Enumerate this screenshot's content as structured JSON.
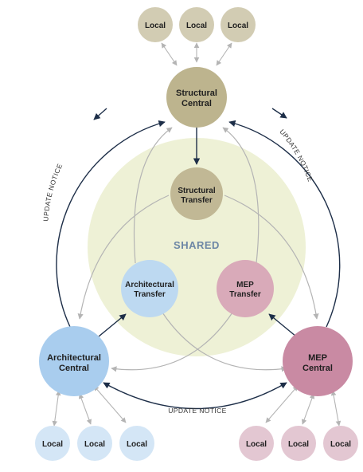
{
  "shared": {
    "label": "SHARED"
  },
  "nodes": {
    "structural_central": {
      "line1": "Structural",
      "line2": "Central"
    },
    "architectural_central": {
      "line1": "Architectural",
      "line2": "Central"
    },
    "mep_central": {
      "line1": "MEP",
      "line2": "Central"
    },
    "structural_transfer": {
      "line1": "Structural",
      "line2": "Transfer"
    },
    "architectural_transfer": {
      "line1": "Architectural",
      "line2": "Transfer"
    },
    "mep_transfer": {
      "line1": "MEP",
      "line2": "Transfer"
    }
  },
  "locals": {
    "structural": [
      "Local",
      "Local",
      "Local"
    ],
    "architectural": [
      "Local",
      "Local",
      "Local"
    ],
    "mep": [
      "Local",
      "Local",
      "Local"
    ]
  },
  "notices": {
    "left": "UPDATE NOTICE",
    "right": "UPDATE NOTICE",
    "bottom": "UPDATE NOTICE"
  },
  "colors": {
    "structural": "#bdb48e",
    "structural_transfer": "#c1b895",
    "structural_local": "#d2ccb3",
    "architectural": "#a9cdee",
    "architectural_transfer": "#bdd9f1",
    "architectural_local": "#d4e6f6",
    "mep": "#c98aa3",
    "mep_transfer": "#d9aab9",
    "mep_local": "#e3c7d2",
    "shared_zone": "#eef1d6",
    "arrow_dark": "#1d2e48",
    "arrow_light": "#b4b4b4"
  }
}
